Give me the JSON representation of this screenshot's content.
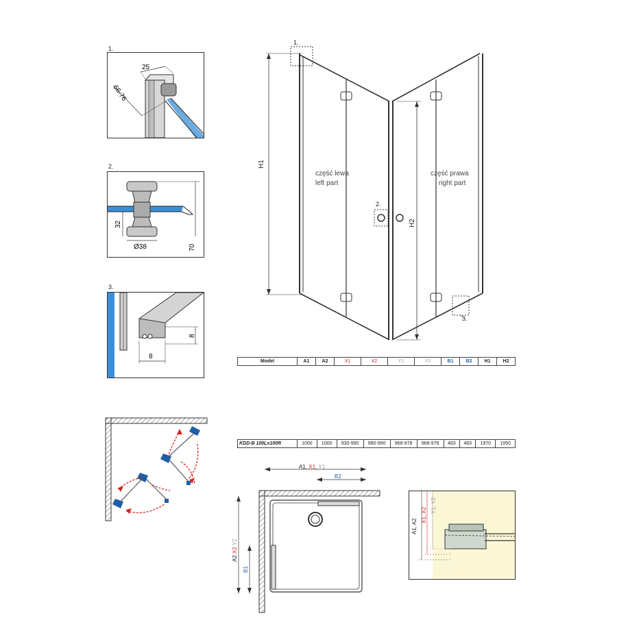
{
  "details": {
    "d1": {
      "number": "1.",
      "dim_top": "25",
      "dim_side": "66-76"
    },
    "d2": {
      "number": "2.",
      "dim_height": "32",
      "dim_diameter": "Ø38",
      "dim_total": "70"
    },
    "d3": {
      "number": "3.",
      "dim_height": "8",
      "dim_width": "8"
    }
  },
  "elevation": {
    "left_label_pl": "część lewa",
    "left_label_en": "left part",
    "right_label_pl": "część prawa",
    "right_label_en": "right part",
    "h1": "H1",
    "h2": "H2",
    "callout1": "1.",
    "callout2": "2.",
    "callout3": "3."
  },
  "table": {
    "headers": [
      "Model",
      "A1",
      "A2",
      "X1",
      "X2",
      "Y1",
      "Y2",
      "B1",
      "B2",
      "H1",
      "H2"
    ],
    "header_colors": [
      "#222222",
      "#222222",
      "#222222",
      "#d2231e",
      "#d2231e",
      "#9a9a9a",
      "#9a9a9a",
      "#1f5fa8",
      "#1f5fa8",
      "#222222",
      "#222222"
    ],
    "row": [
      "KDD-B 100Lx100R",
      "1000",
      "1000",
      "930-990",
      "980-990",
      "968-978",
      "968-978",
      "483",
      "483",
      "1970",
      "1950"
    ]
  },
  "plan": {
    "top_dim_a": "A1",
    "top_dim_x": "X1",
    "top_dim_y": "Y1",
    "top_dim_b": "B2",
    "side_dim_a": "A2",
    "side_dim_x": "X2",
    "side_dim_y": "Y2",
    "side_dim_b": "B1"
  },
  "section": {
    "label_a": "A1, A2",
    "label_x": "X1, X2",
    "label_y": "Y1, Y2"
  },
  "colors": {
    "red": "#d2231e",
    "blue": "#1f5fa8",
    "grey": "#9a9a9a",
    "glass_blue": "#3b8fd6",
    "tray_yellow": "#fbf7d6"
  }
}
